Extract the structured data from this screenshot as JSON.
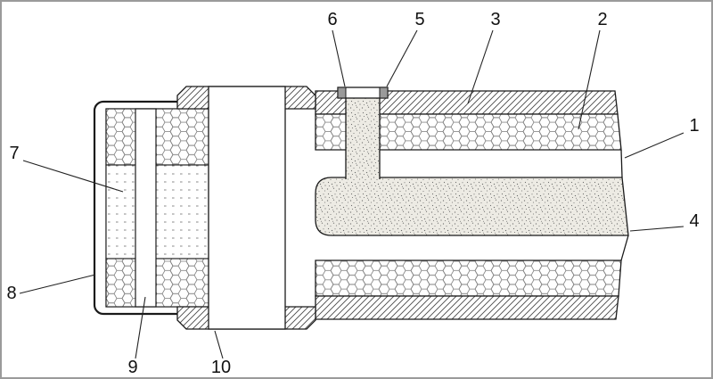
{
  "figure": {
    "background_color": "#ffffff",
    "line_color": "#1a1a1a",
    "border_color": "#9a9a9a",
    "labels": [
      {
        "text": "1"
      },
      {
        "text": "2"
      },
      {
        "text": "3"
      },
      {
        "text": "4"
      },
      {
        "text": "5"
      },
      {
        "text": "6"
      },
      {
        "text": "7"
      },
      {
        "text": "8"
      },
      {
        "text": "9"
      },
      {
        "text": "10"
      }
    ]
  }
}
